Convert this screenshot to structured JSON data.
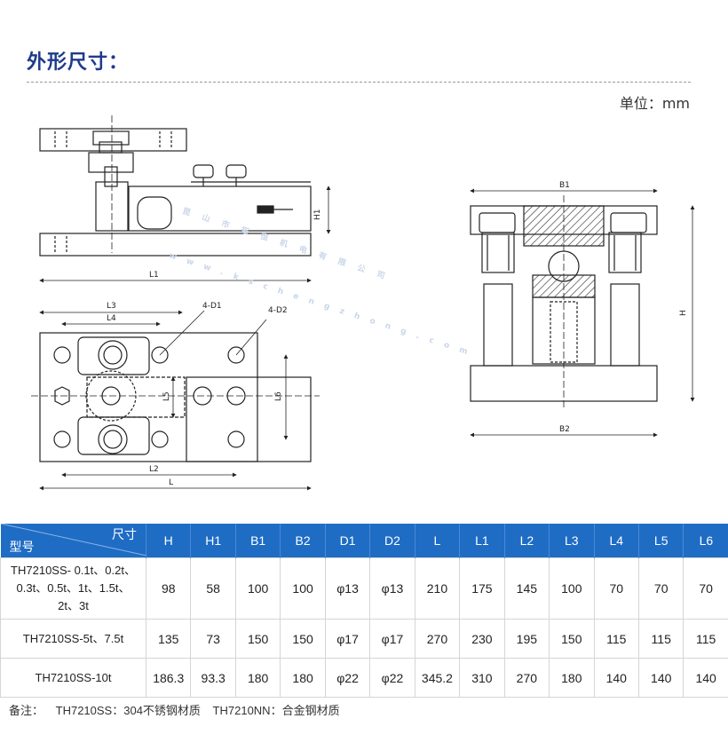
{
  "header": {
    "title": "外形尺寸：",
    "unit": "单位：mm"
  },
  "drawing": {
    "labels": {
      "L1": "L1",
      "H1": "H1",
      "L3": "L3",
      "L4": "L4",
      "D1": "4-D1",
      "D2": "4-D2",
      "L5": "L5",
      "L6": "L6",
      "L2": "L2",
      "L": "L",
      "B1": "B1",
      "H": "H",
      "B2": "B2"
    },
    "watermark": {
      "name": "昆山市拓恒机电有限公司",
      "url": "www.kschengzhong.com"
    }
  },
  "table": {
    "corner_top": "尺寸",
    "corner_bottom": "型号",
    "columns": [
      "H",
      "H1",
      "B1",
      "B2",
      "D1",
      "D2",
      "L",
      "L1",
      "L2",
      "L3",
      "L4",
      "L5",
      "L6"
    ],
    "rows": [
      {
        "model": "TH7210SS- 0.1t、0.2t、0.3t、0.5t、1t、1.5t、2t、3t",
        "model_lines": [
          "TH7210SS- 0.1t、0.2t、",
          "0.3t、0.5t、1t、1.5t、",
          "2t、3t"
        ],
        "values": [
          "98",
          "58",
          "100",
          "100",
          "φ13",
          "φ13",
          "210",
          "175",
          "145",
          "100",
          "70",
          "70",
          "70"
        ]
      },
      {
        "model": "TH7210SS-5t、7.5t",
        "model_lines": [
          "TH7210SS-5t、7.5t"
        ],
        "values": [
          "135",
          "73",
          "150",
          "150",
          "φ17",
          "φ17",
          "270",
          "230",
          "195",
          "150",
          "115",
          "115",
          "115"
        ]
      },
      {
        "model": "TH7210SS-10t",
        "model_lines": [
          "TH7210SS-10t"
        ],
        "values": [
          "186.3",
          "93.3",
          "180",
          "180",
          "φ22",
          "φ22",
          "345.2",
          "310",
          "270",
          "180",
          "140",
          "140",
          "140"
        ]
      }
    ]
  },
  "note": {
    "label": "备注：",
    "ss": "TH7210SS：304不锈钢材质",
    "nn": "TH7210NN：合金钢材质"
  }
}
